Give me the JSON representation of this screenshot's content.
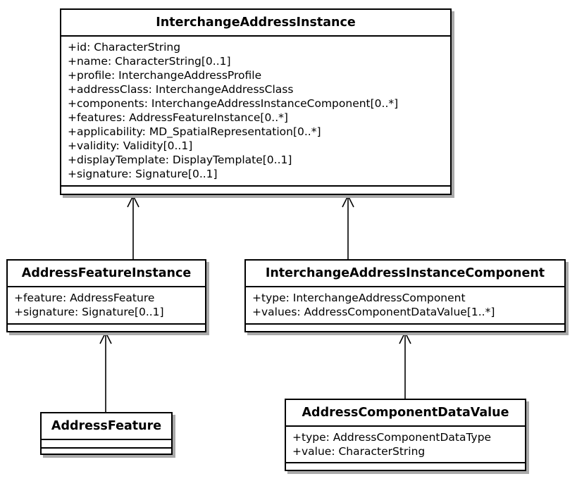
{
  "classes": {
    "interchange_address_instance": {
      "name": "InterchangeAddressInstance",
      "attributes": [
        "+id: CharacterString",
        "+name: CharacterString[0..1]",
        "+profile: InterchangeAddressProfile",
        "+addressClass: InterchangeAddressClass",
        "+components: InterchangeAddressInstanceComponent[0..*]",
        "+features: AddressFeatureInstance[0..*]",
        "+applicability: MD_SpatialRepresentation[0..*]",
        "+validity: Validity[0..1]",
        "+displayTemplate: DisplayTemplate[0..1]",
        "+signature: Signature[0..1]"
      ]
    },
    "address_feature_instance": {
      "name": "AddressFeatureInstance",
      "attributes": [
        "+feature: AddressFeature",
        "+signature: Signature[0..1]"
      ]
    },
    "interchange_address_instance_component": {
      "name": "InterchangeAddressInstanceComponent",
      "attributes": [
        "+type: InterchangeAddressComponent",
        "+values: AddressComponentDataValue[1..*]"
      ]
    },
    "address_feature": {
      "name": "AddressFeature",
      "attributes": []
    },
    "address_component_data_value": {
      "name": "AddressComponentDataValue",
      "attributes": [
        "+type: AddressComponentDataType",
        "+value: CharacterString"
      ]
    }
  },
  "relations": [
    {
      "from": "address_feature_instance",
      "to": "interchange_address_instance",
      "kind": "navigable-association"
    },
    {
      "from": "interchange_address_instance_component",
      "to": "interchange_address_instance",
      "kind": "navigable-association"
    },
    {
      "from": "address_feature",
      "to": "address_feature_instance",
      "kind": "navigable-association"
    },
    {
      "from": "address_component_data_value",
      "to": "interchange_address_instance_component",
      "kind": "navigable-association"
    }
  ]
}
